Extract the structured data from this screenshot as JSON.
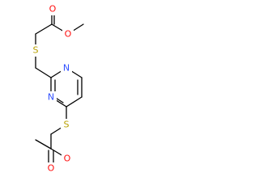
{
  "structure": {
    "atoms": {
      "o_carbonyl_top": "O",
      "o_ester_top": "O",
      "s_top": "S",
      "n_1": "N",
      "n_3": "N",
      "s_bottom": "S",
      "o_carbonyl_bottom": "O",
      "o_ester_bottom": "O"
    },
    "colors": {
      "oxygen": "#ff0d0d",
      "sulfur": "#b8a000",
      "nitrogen": "#2f4fff",
      "bond": "#000000"
    }
  }
}
